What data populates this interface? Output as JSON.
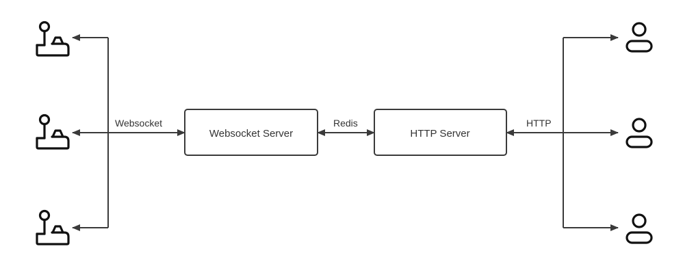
{
  "nodes": {
    "websocket_server": {
      "label": "Websocket Server"
    },
    "http_server": {
      "label": "HTTP Server"
    }
  },
  "edges": {
    "websocket": {
      "label": "Websocket"
    },
    "redis": {
      "label": "Redis"
    },
    "http": {
      "label": "HTTP"
    }
  },
  "icons": {
    "clients_left": "joystick-icon",
    "clients_right": "user-icon"
  }
}
